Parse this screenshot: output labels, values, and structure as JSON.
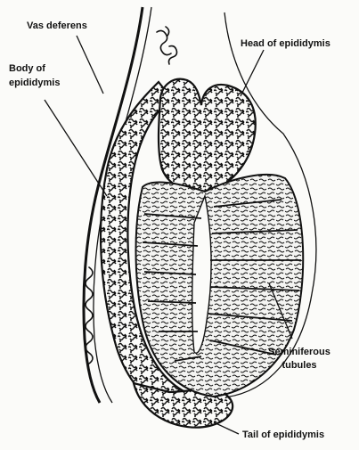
{
  "labels": {
    "vas_deferens": "Vas deferens",
    "body_line1": "Body of",
    "body_line2": "epididymis",
    "head": "Head of epididymis",
    "semi_line1": "Seminiferous",
    "semi_line2": "tubules",
    "tail": "Tail of epididymis"
  },
  "colors": {
    "ink": "#111111",
    "paper": "#fbfbf9"
  }
}
